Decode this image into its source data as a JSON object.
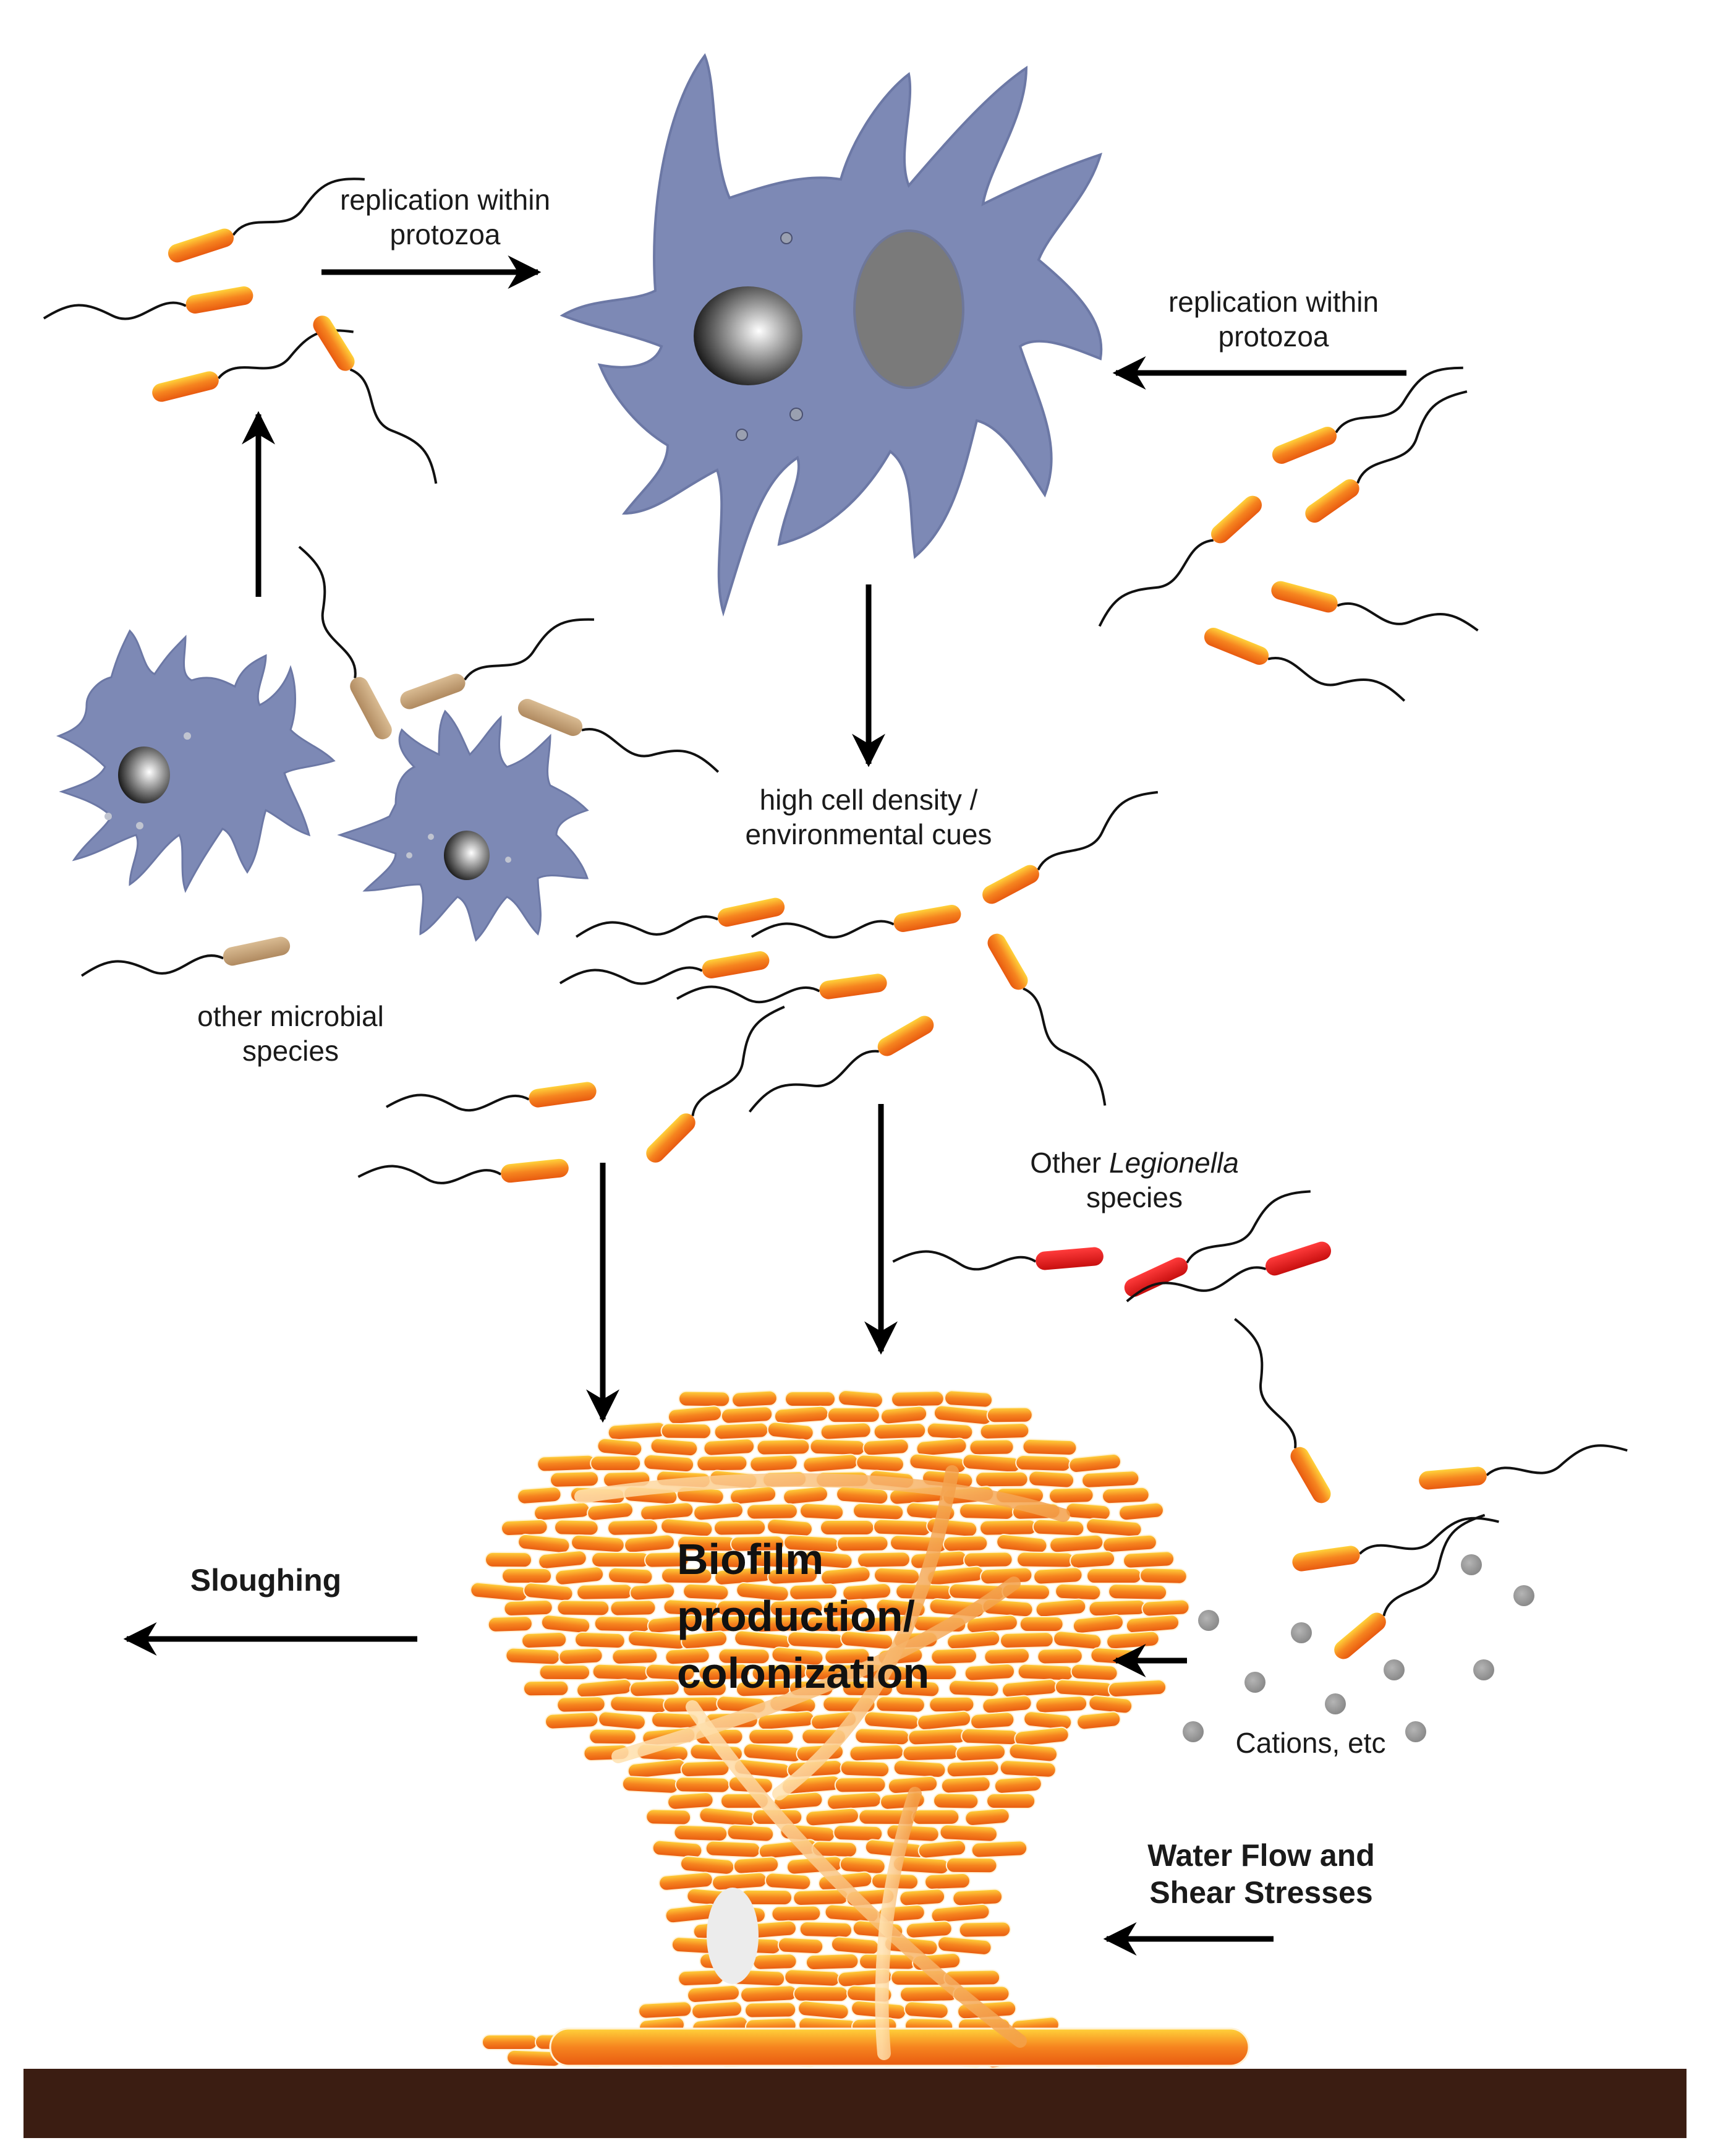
{
  "labels": {
    "replication_left_1": "replication within",
    "replication_left_2": "protozoa",
    "replication_right_1": "replication within",
    "replication_right_2": "protozoa",
    "high_density_1": "high cell density /",
    "high_density_2": "environmental cues",
    "other_microbial_1": "other microbial",
    "other_microbial_2": "species",
    "other_legionella_prefix": "Other ",
    "other_legionella_italic": "Legionella",
    "other_legionella_2": "species",
    "biofilm_1": "Biofilm",
    "biofilm_2": "production/",
    "biofilm_3": "colonization",
    "sloughing": "Sloughing",
    "cations": "Cations, etc",
    "water_flow_1": "Water Flow and",
    "water_flow_2": "Shear Stresses"
  },
  "colors": {
    "amoeba": "#7d89b5",
    "bacterium": "#f47d20",
    "other_microbe": "#c8a478",
    "other_legionella": "#e41c1c",
    "substrate": "#3b1d12",
    "cation": "#9a9a9a"
  }
}
